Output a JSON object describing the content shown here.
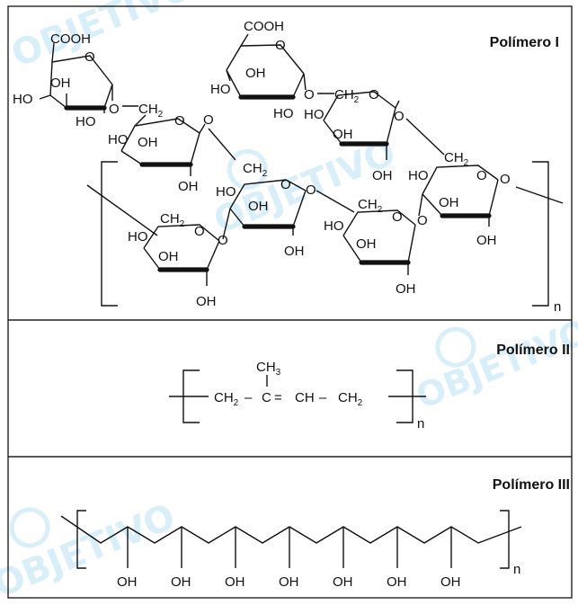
{
  "panels": {
    "polymer_1": {
      "title": "Polímero I",
      "repeat_index": "n",
      "labels": {
        "cooh": "COOH",
        "oh": "OH",
        "ho": "HO",
        "o": "O",
        "ch2": "CH",
        "ch2_sub": "2"
      }
    },
    "polymer_2": {
      "title": "Polímero II",
      "repeat_index": "n",
      "formula": {
        "methyl": "CH",
        "methyl_sub": "3",
        "ch2_left": "CH",
        "ch2_left_sub": "2",
        "dash_1": "–",
        "c": "C",
        "double_bond": "=",
        "ch": "CH",
        "dash_2": "–",
        "ch2_right": "CH",
        "ch2_right_sub": "2"
      }
    },
    "polymer_3": {
      "title": "Polímero III",
      "repeat_index": "n",
      "hydroxyl_label": "OH",
      "hydroxyl_count": 7
    }
  },
  "watermark": {
    "text": "OBJETIVO",
    "color": "#a9dcf3"
  }
}
